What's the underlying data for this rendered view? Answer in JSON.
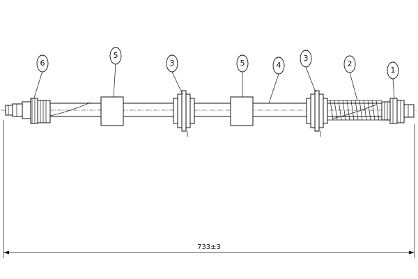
{
  "drawing": {
    "callouts": [
      {
        "id": "callout-6",
        "label": "6",
        "part": "end-fitting-left"
      },
      {
        "id": "callout-5a",
        "label": "5",
        "part": "clamp-sleeve-left"
      },
      {
        "id": "callout-3a",
        "label": "3",
        "part": "grommet-left"
      },
      {
        "id": "callout-5b",
        "label": "5",
        "part": "clamp-sleeve-right"
      },
      {
        "id": "callout-4",
        "label": "4",
        "part": "hose"
      },
      {
        "id": "callout-3b",
        "label": "3",
        "part": "grommet-right"
      },
      {
        "id": "callout-2",
        "label": "2",
        "part": "spring-guard"
      },
      {
        "id": "callout-1",
        "label": "1",
        "part": "end-fitting-right"
      }
    ],
    "overall_length_label": "733±3"
  }
}
